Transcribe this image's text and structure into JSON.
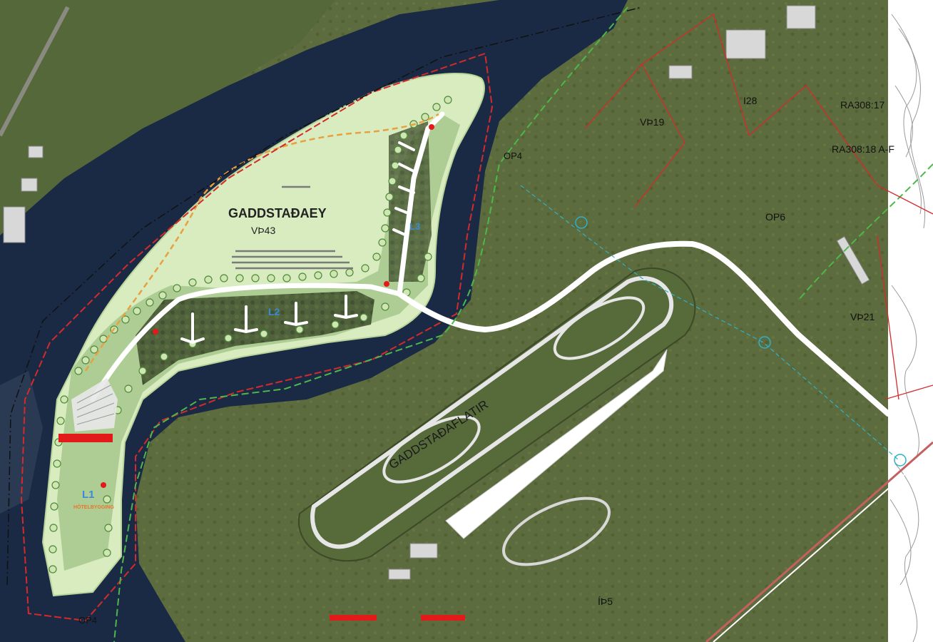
{
  "map": {
    "island_name": "GADDSTAÐAEY",
    "racetrack_name": "GADDSTAÐAFLATIR",
    "zones": {
      "vth43": "VÞ43",
      "vth19": "VÞ19",
      "vth21": "VÞ21",
      "i28": "I28",
      "ra308_17": "RA308:17",
      "ra308_18": "RA308:18 A-F",
      "op6": "OP6",
      "op4_north": "OP4",
      "op4_south": "OP4",
      "ith5": "ÍÞ5"
    },
    "lots": {
      "l1": "L1",
      "l2": "L2",
      "l3": "L3"
    },
    "hotel_label": "HÓTELBYGGING",
    "colors": {
      "river": "#1a2a45",
      "island_fill": "#d9ecc0",
      "boundary_red": "#d42a2a",
      "path_orange": "#e8a040",
      "bridge_red": "#e31a1a",
      "green_dash": "#4cb84c",
      "grass": "#5a6b3a"
    }
  }
}
